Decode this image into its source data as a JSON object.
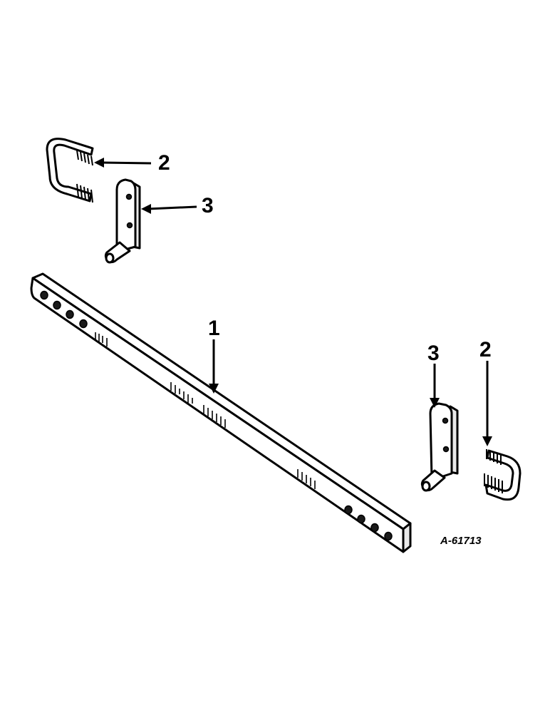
{
  "diagram": {
    "figure_reference": "A-61713",
    "callouts": {
      "bar": "1",
      "u_bolt_upper": "2",
      "bracket_upper": "3",
      "bracket_lower": "3",
      "u_bolt_lower": "2"
    },
    "parts": {
      "part_1": "drawbar-icon",
      "part_2": "u-bolt-icon",
      "part_3": "hitch-bracket-icon"
    },
    "colors": {
      "ink": "#000000",
      "paper": "#ffffff"
    }
  }
}
